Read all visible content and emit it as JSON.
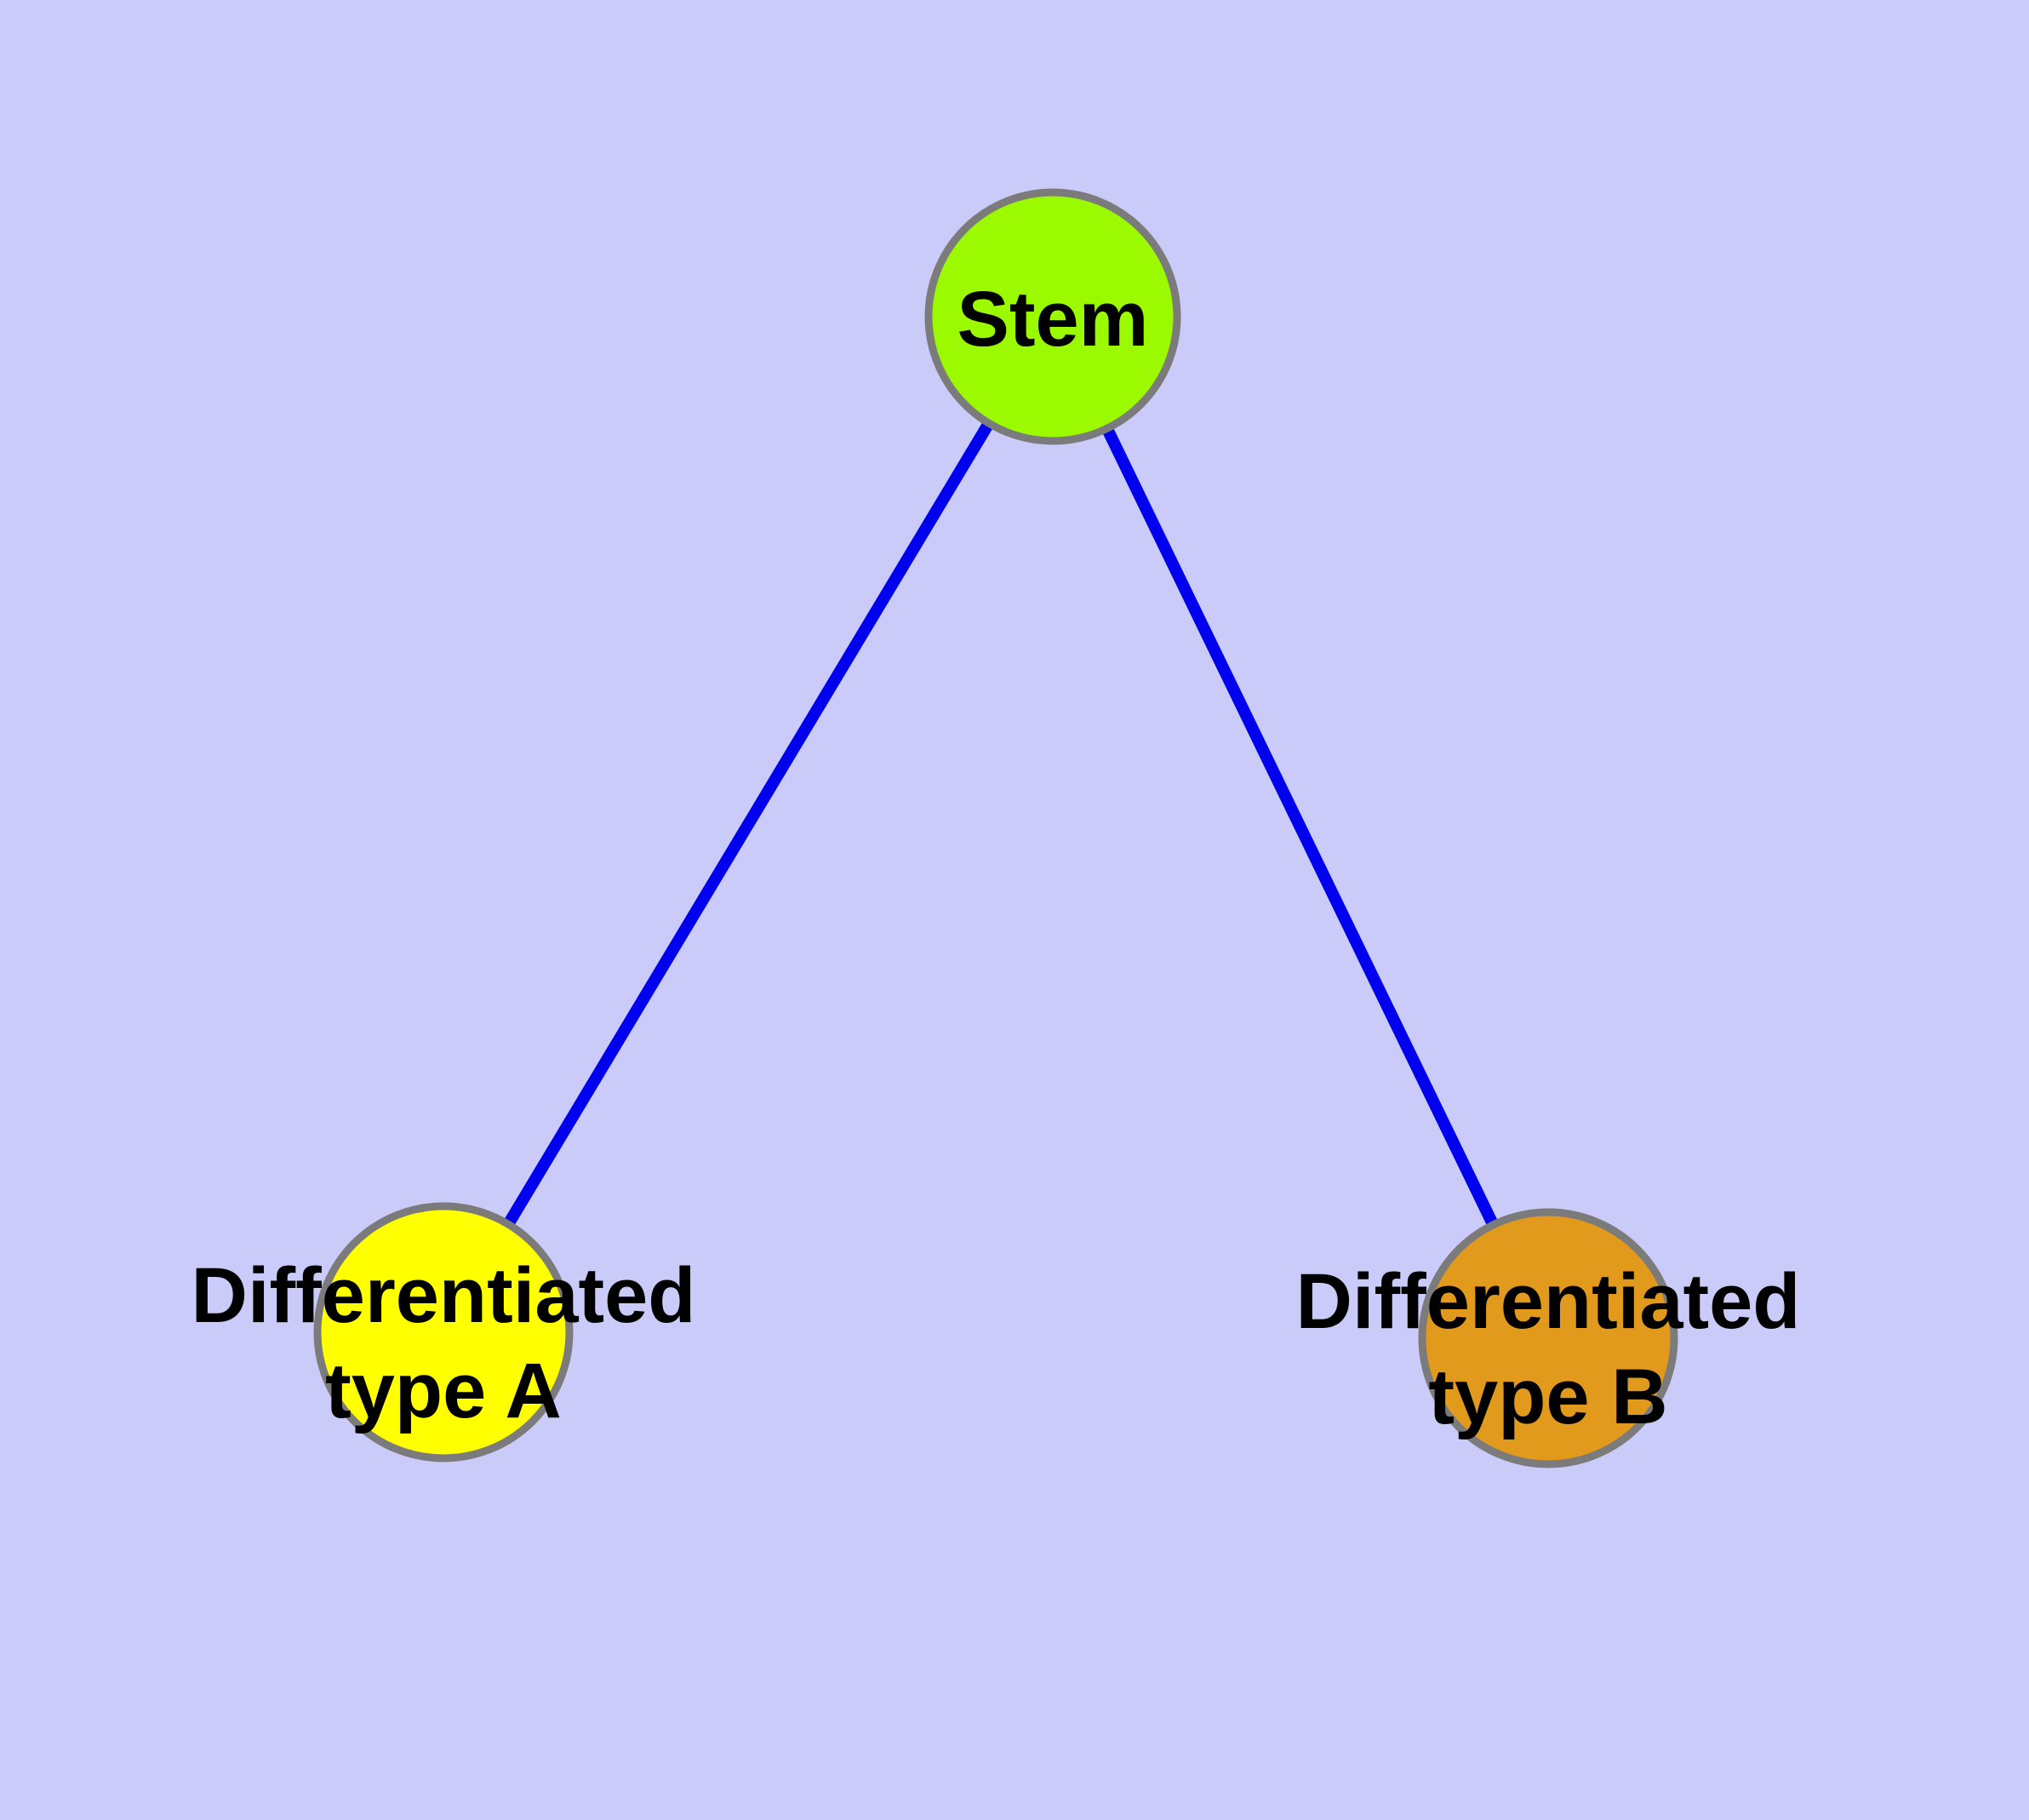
{
  "diagram": {
    "type": "node-link-graph",
    "background_color": "#CBCBF9",
    "edge_color": "#0000EE",
    "node_border_color": "#7B7B7B",
    "label_color": "#000000",
    "nodes": [
      {
        "id": "stem",
        "label": "Stem",
        "label_lines": [
          "Stem"
        ],
        "fill": "#9CFA00"
      },
      {
        "id": "differentiated-type-a",
        "label": "Differentiated type A",
        "label_lines": [
          "Differentiated",
          "type A"
        ],
        "fill": "#FFFF00"
      },
      {
        "id": "differentiated-type-b",
        "label": "Differentiated type B",
        "label_lines": [
          "Differentiated",
          "type B"
        ],
        "fill": "#E19A1B"
      }
    ],
    "edges": [
      {
        "from": "Stem",
        "to": "Differentiated type A"
      },
      {
        "from": "Stem",
        "to": "Differentiated type B"
      }
    ]
  }
}
